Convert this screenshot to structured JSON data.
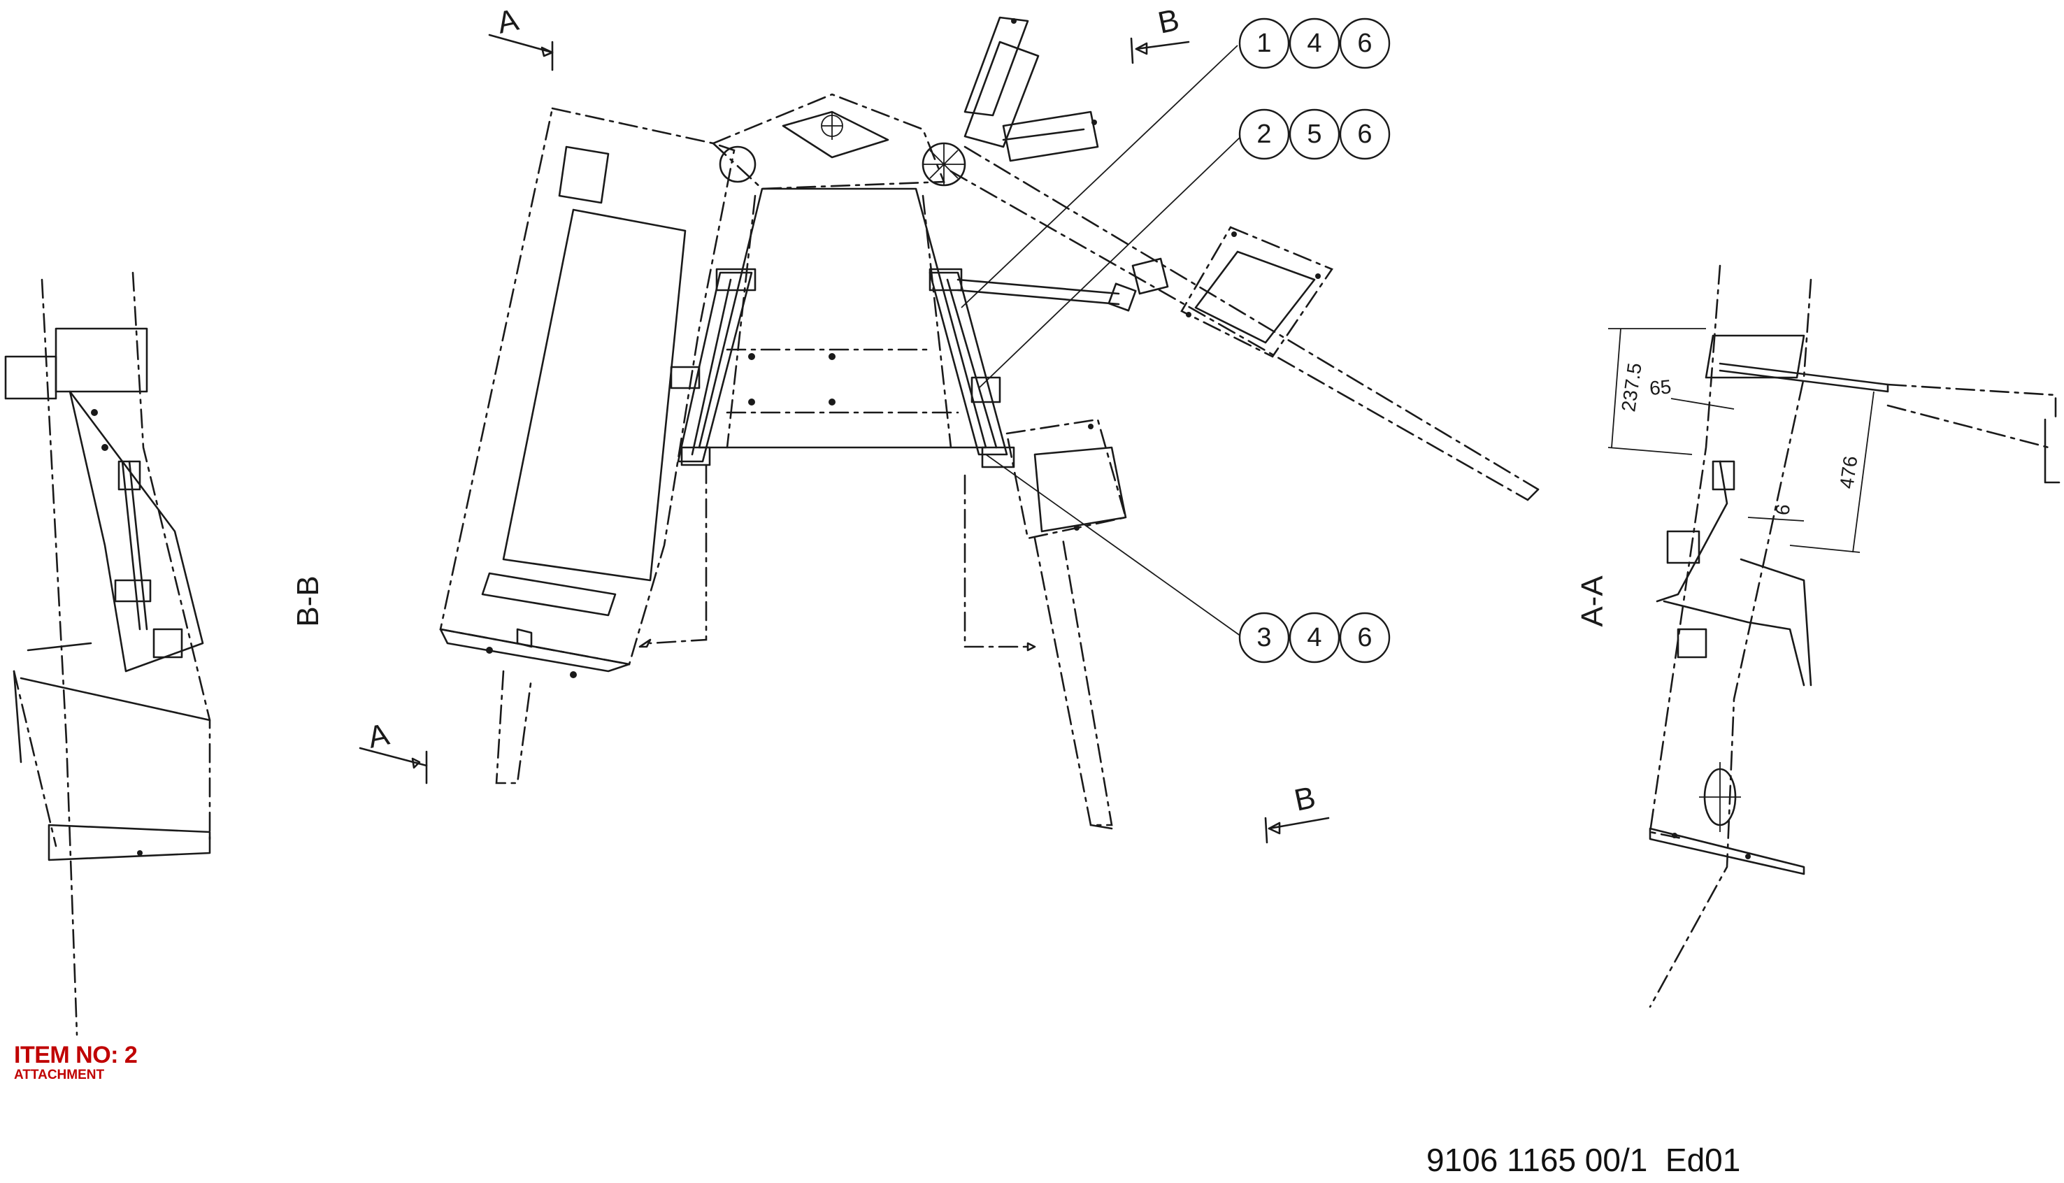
{
  "section_labels": {
    "a_top": "A",
    "a_bottom": "A",
    "b_top": "B",
    "b_bottom": "B",
    "view_bb": "B-B",
    "view_aa": "A-A"
  },
  "balloons": [
    [
      "1",
      "4",
      "6"
    ],
    [
      "2",
      "5",
      "6"
    ],
    [
      "3",
      "4",
      "6"
    ]
  ],
  "dimensions": {
    "d1": "237.5",
    "d2": "65",
    "d3": "476",
    "d4": "6"
  },
  "item": {
    "title": "ITEM NO: 2",
    "subtitle": "ATTACHMENT"
  },
  "document_number": "9106 1165 00/1  Ed01",
  "colors": {
    "line": "#1a1a1a",
    "item_label": "#c00000"
  }
}
